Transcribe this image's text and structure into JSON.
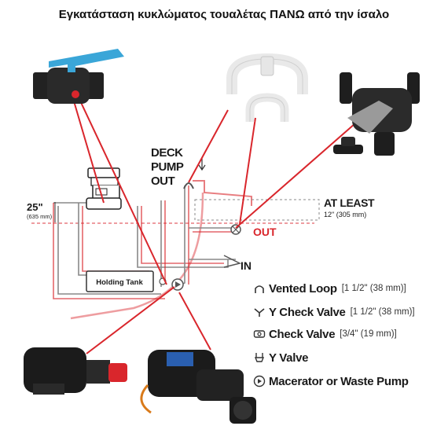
{
  "title": "Εγκατάσταση κυκλώματος τουαλέτας ΠΑΝΩ από την ίσαλο",
  "labels": {
    "deck_line1": "DECK",
    "deck_line2": "PUMP",
    "deck_line3": "OUT",
    "dim_25": "25\"",
    "dim_25_mm": "(635 mm)",
    "at_least": "AT LEAST",
    "at_least_dim": "12\" (305 mm)",
    "out": "OUT",
    "in": "IN",
    "holding_tank": "Holding Tank"
  },
  "legend": [
    {
      "icon": "vented-loop-icon",
      "name": "Vented Loop",
      "size": "[1 1/2\" (38 mm)]"
    },
    {
      "icon": "y-check-valve-icon",
      "name": "Y Check Valve",
      "size": "[1 1/2\" (38 mm)]"
    },
    {
      "icon": "check-valve-icon",
      "name": "Check Valve",
      "size": "[3/4\" (19 mm)]"
    },
    {
      "icon": "y-valve-icon",
      "name": "Y Valve",
      "size": ""
    },
    {
      "icon": "pump-icon",
      "name": "Macerator or Waste Pump",
      "size": ""
    }
  ],
  "colors": {
    "accent_red": "#d9262c",
    "valve_blue": "#3aa6d8",
    "pipe_gray": "#888888"
  }
}
